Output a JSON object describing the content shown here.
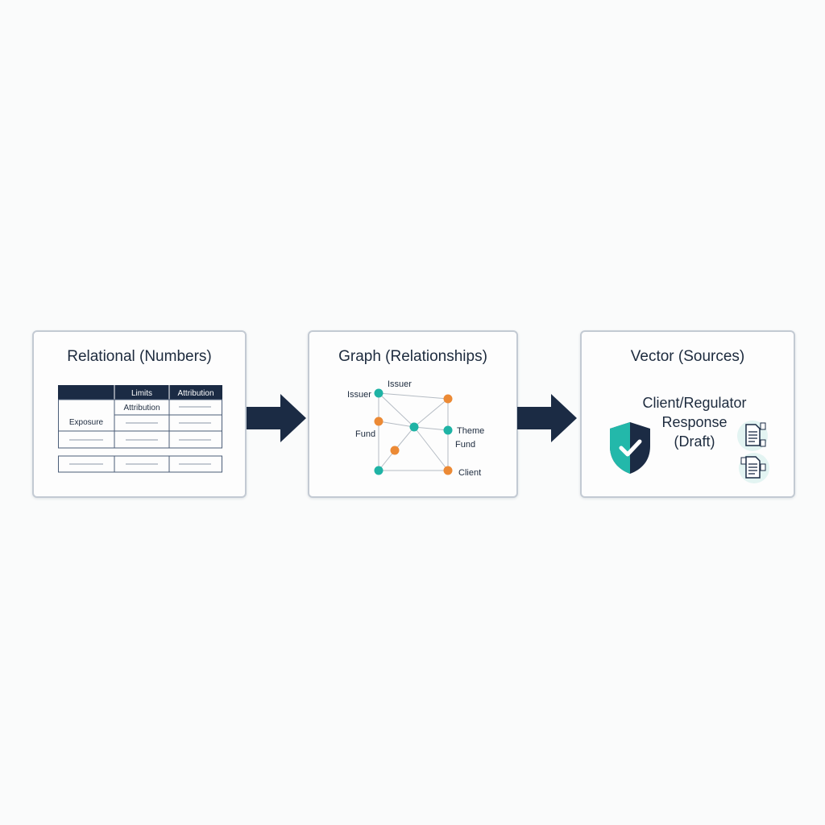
{
  "diagram": {
    "colors": {
      "navy": "#1b2b44",
      "teal": "#1fb3a5",
      "orange": "#ec8a35",
      "border": "#c3cad3",
      "edge": "#b5bcc4"
    },
    "relational": {
      "title": "Relational (Numbers)",
      "table": {
        "header": [
          "Limits",
          "Attribution"
        ],
        "subheader": "Attribution",
        "row_label": "Exposure"
      }
    },
    "graph": {
      "title": "Graph (Relationships)",
      "nodes": [
        {
          "id": "n1",
          "color": "teal",
          "label": "Issuer"
        },
        {
          "id": "n2",
          "color": "orange",
          "label": ""
        },
        {
          "id": "n3",
          "color": "orange",
          "label": "Fund"
        },
        {
          "id": "n4",
          "color": "teal",
          "label": ""
        },
        {
          "id": "n5",
          "color": "teal",
          "label": "Theme"
        },
        {
          "id": "n6",
          "color": "orange",
          "label": ""
        },
        {
          "id": "n7",
          "color": "teal",
          "label": ""
        },
        {
          "id": "n8",
          "color": "orange",
          "label": "Client"
        }
      ],
      "extra_labels": {
        "issuer_top": "Issuer",
        "fund_right": "Fund"
      }
    },
    "vector": {
      "title": "Vector (Sources)",
      "response_lines": [
        "Client/Regulator",
        "Response",
        "(Draft)"
      ],
      "icons": [
        "shield-check-icon",
        "document-icon",
        "document-icon"
      ]
    }
  }
}
